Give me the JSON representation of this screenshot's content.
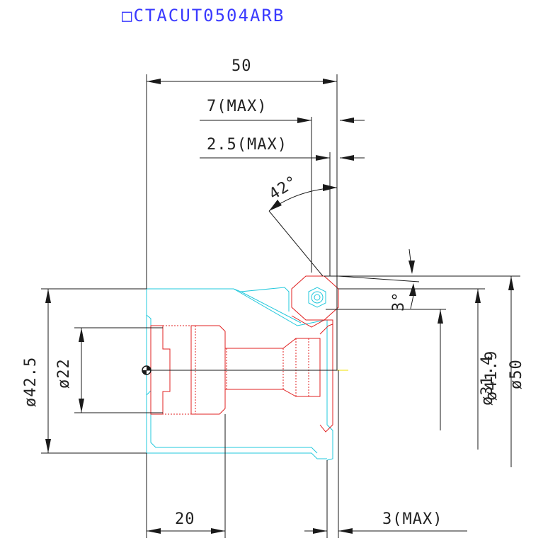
{
  "title": "□CTACUT0504ARB",
  "colors": {
    "title": "#3a3aff",
    "lines": "#1a1a1a",
    "tool": "#e02020",
    "workpiece": "#22c8dc",
    "centerline": "#f0e000"
  },
  "dimensions": {
    "overall_length": "50",
    "max_depth_7": "7(MAX)",
    "max_depth_2_5": "2.5(MAX)",
    "approach_angle": "42°",
    "relief_angle": "3°",
    "bore_min": "ø31.4",
    "bore_41_9": "ø41.9",
    "bore_50": "ø50",
    "shank_dia": "ø42.5",
    "inner_dia": "ø22",
    "shank_length": "20",
    "offset_max": "3(MAX)"
  }
}
